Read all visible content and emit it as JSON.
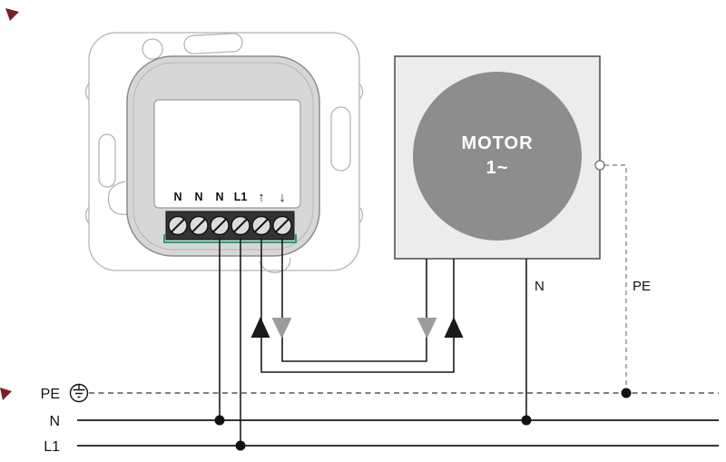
{
  "device": {
    "terminal_labels": [
      "N",
      "N",
      "N",
      "L1",
      "↑",
      "↓"
    ]
  },
  "motor": {
    "name_line1": "MOTOR",
    "name_line2": "1~",
    "n_label": "N",
    "pe_label": "PE"
  },
  "bus": {
    "pe": "PE",
    "n": "N",
    "l1": "L1"
  },
  "colors": {
    "wire": "#1a1a1a",
    "outline": "#b5b5b5",
    "module-fill": "#d7d7d7",
    "module-stroke": "#8c8c8c",
    "panel-fill": "#ffffff",
    "block-fill": "#333333",
    "screw-fill": "#dcdcdc",
    "green": "#00a05a",
    "arrow-black": "#1a1a1a",
    "arrow-gray": "#9c9c9c",
    "motor-box-fill": "#ececec",
    "motor-box-stroke": "#4a4a4a",
    "motor-circle-fill": "#8d8d8d",
    "motor-text": "#ffffff",
    "dashed": "#555555",
    "red-marker": "#7a1f26",
    "text": "#111111"
  }
}
